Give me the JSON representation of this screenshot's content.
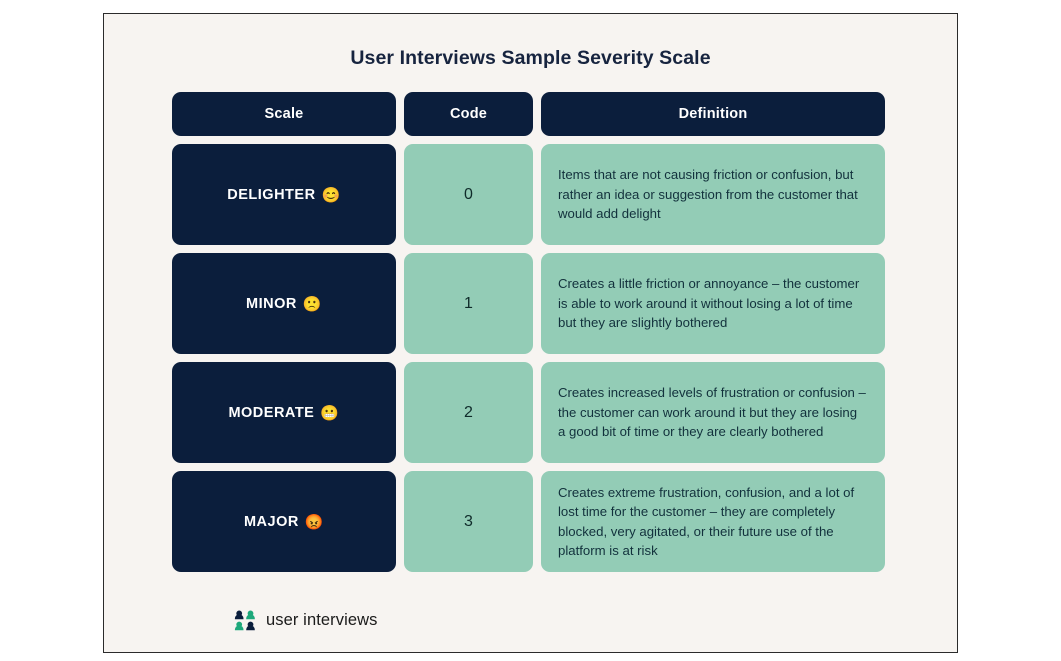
{
  "title": "User Interviews Sample Severity Scale",
  "colors": {
    "card_background": "#f7f4f1",
    "navy": "#0b1e3c",
    "green": "#93ccb6",
    "text_dark": "#17243f",
    "logo_green": "#1ea87b",
    "logo_navy": "#0b1e3c"
  },
  "table": {
    "headers": {
      "scale": "Scale",
      "code": "Code",
      "definition": "Definition"
    },
    "rows": [
      {
        "scale": "DELIGHTER",
        "emoji": "😊",
        "emoji_name": "smiling-face-emoji",
        "code": "0",
        "definition": "Items that are not causing friction or confusion, but rather an idea or suggestion from the customer that would add delight"
      },
      {
        "scale": "MINOR",
        "emoji": "🙁",
        "emoji_name": "slightly-frowning-face-emoji",
        "code": "1",
        "definition": "Creates a little friction or annoyance – the customer is able to work around it without losing a lot of time but they are slightly bothered"
      },
      {
        "scale": "MODERATE",
        "emoji": "😬",
        "emoji_name": "grimacing-face-emoji",
        "code": "2",
        "definition": "Creates increased levels of frustration or confusion – the customer can work around it but they are losing a good bit of time or they are clearly bothered"
      },
      {
        "scale": "MAJOR",
        "emoji": "😡",
        "emoji_name": "pouting-face-emoji",
        "code": "3",
        "definition": "Creates extreme frustration, confusion, and a lot of lost time for the customer – they are completely blocked, very agitated, or their future use of the platform is at risk"
      }
    ]
  },
  "footer": {
    "brand": "user interviews",
    "logo_name": "user-interviews-logo"
  }
}
